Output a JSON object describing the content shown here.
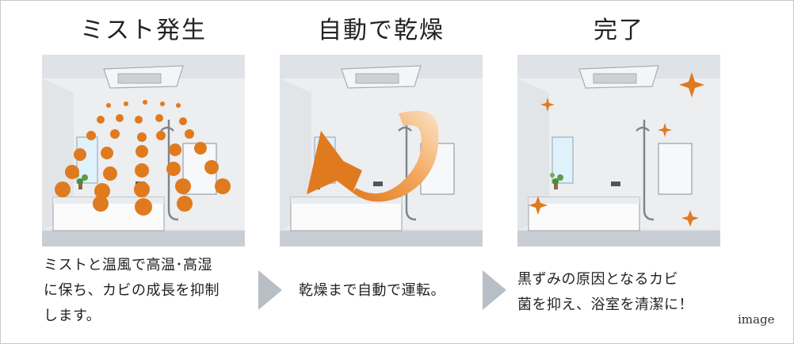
{
  "steps": [
    {
      "title": "ミスト発生",
      "caption_lines": [
        "ミストと温風で高温･高湿",
        "に保ち、カビの成長を抑制",
        "します。"
      ]
    },
    {
      "title": "自動で乾燥",
      "caption_lines": [
        "乾燥まで自動で運転。"
      ]
    },
    {
      "title": "完了",
      "caption_lines": [
        "黒ずみの原因となるカビ",
        "菌を抑え、浴室を清潔に！"
      ]
    }
  ],
  "note": "image",
  "colors": {
    "accent_orange": "#e07a1f",
    "arrow_gray": "#b8bec6",
    "wall": "#e4e7ea",
    "floor": "#c9ced4"
  }
}
